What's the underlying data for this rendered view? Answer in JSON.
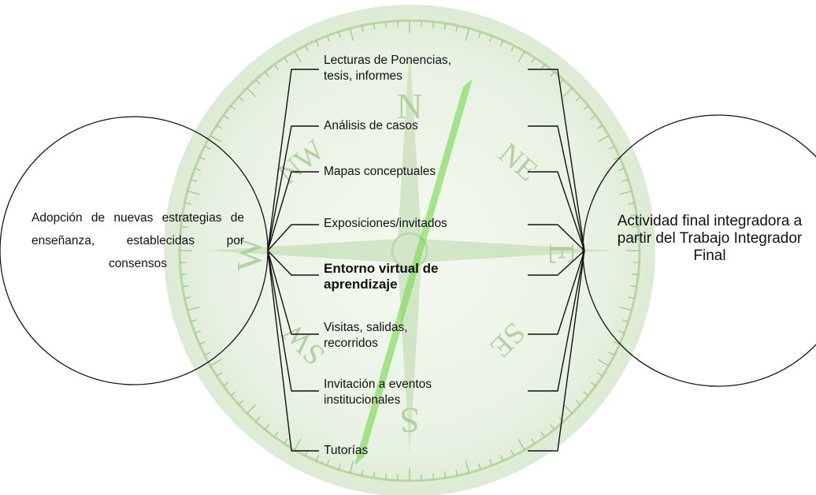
{
  "diagram": {
    "left_circle": {
      "text": "Adopción de nuevas estrategias de enseñanza, establecidas por consensos"
    },
    "right_circle": {
      "text": "Actividad final integradora a partir del Trabajo Integrador Final"
    },
    "items": [
      {
        "label": "Lecturas de Ponencias,\ntesis, informes",
        "bold": false
      },
      {
        "label": "Análisis de casos",
        "bold": false
      },
      {
        "label": "Mapas conceptuales",
        "bold": false
      },
      {
        "label": "Exposiciones/invitados",
        "bold": false
      },
      {
        "label": "Entorno virtual de\naprendizaje",
        "bold": true
      },
      {
        "label": "Visitas, salidas,\nrecorridos",
        "bold": false
      },
      {
        "label": "Invitación a eventos\ninstitucionales",
        "bold": false
      },
      {
        "label": "Tutorías",
        "bold": false
      }
    ],
    "compass_labels": [
      "N",
      "NE",
      "E",
      "SE",
      "S",
      "SW",
      "W",
      "NW"
    ],
    "colors": {
      "compass": "#8fbf7a",
      "compass_light": "#e9f3e4",
      "needle": "#7ed957",
      "line": "#111111"
    }
  }
}
